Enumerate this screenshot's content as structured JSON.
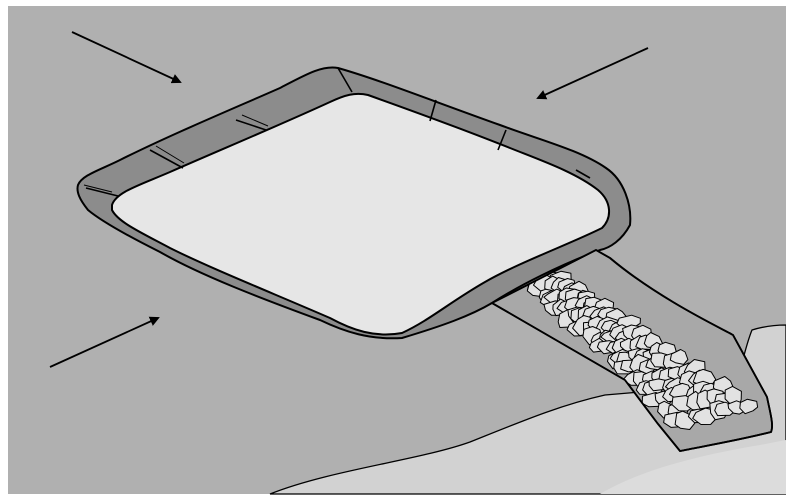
{
  "colors": {
    "background": "#ffffff",
    "ground": "#b0b0b0",
    "berm": "#8c8c8c",
    "water": "#e6e6e6",
    "lowland": "#d2d2d2",
    "riprap_stone": "#e2e2e2",
    "riprap_gap": "#a8a8a8",
    "ink": "#000000"
  },
  "elements": {
    "basin": "sediment-basin",
    "outlet": "riprap-outlet",
    "arrows": [
      "runoff-arrow-top-left",
      "runoff-arrow-top-right",
      "runoff-arrow-bottom-left"
    ]
  }
}
